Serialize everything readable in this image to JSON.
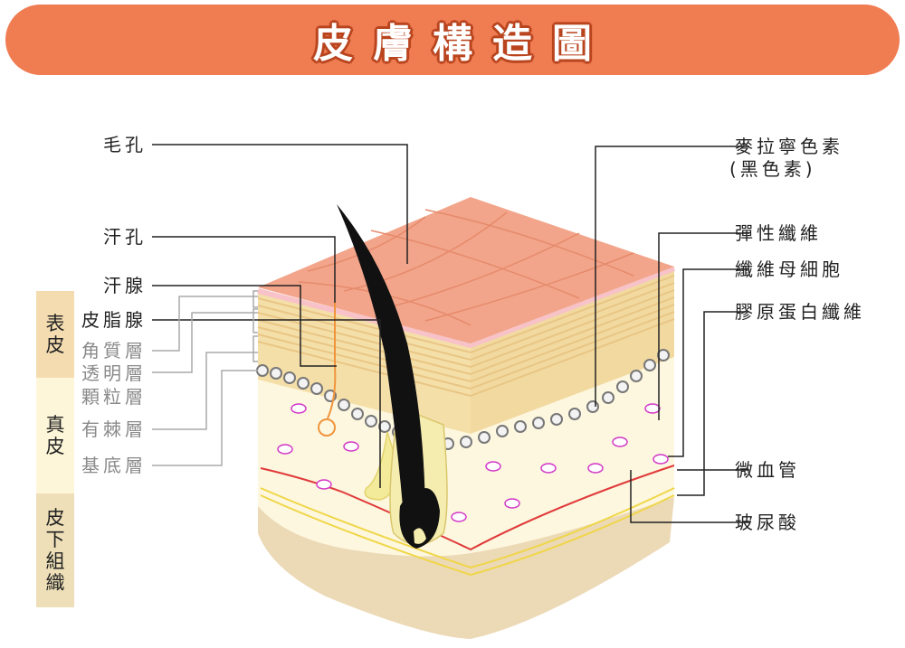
{
  "title": "皮膚構造圖",
  "labels": {
    "pore": "毛孔",
    "sweat_pore": "汗孔",
    "sweat_gland": "汗腺",
    "sebaceous_gland": "皮脂腺",
    "stratum_corneum": "角質層",
    "stratum_lucidum": "透明層",
    "stratum_granulosum": "顆粒層",
    "stratum_spinosum": "有棘層",
    "stratum_basale": "基底層",
    "melanin_1": "麥拉寧色素",
    "melanin_2": "(黑色素)",
    "elastic_fiber": "彈性纖維",
    "fibroblast": "纖維母細胞",
    "collagen_fiber": "膠原蛋白纖維",
    "capillary": "微血管",
    "hyaluronic_acid": "玻尿酸"
  },
  "side_layers": {
    "epidermis": "表皮",
    "dermis": "真皮",
    "subcutaneous": "皮下組織"
  },
  "colors": {
    "banner": "#f07c52",
    "epidermis_top": "#f2a58a",
    "dermis": "#fdf7df",
    "subcutaneous": "#ecd9b6",
    "side_epidermis": "#f4dcb0",
    "side_dermis": "#fdf6d8",
    "side_subcutaneous": "#eedfb8"
  }
}
